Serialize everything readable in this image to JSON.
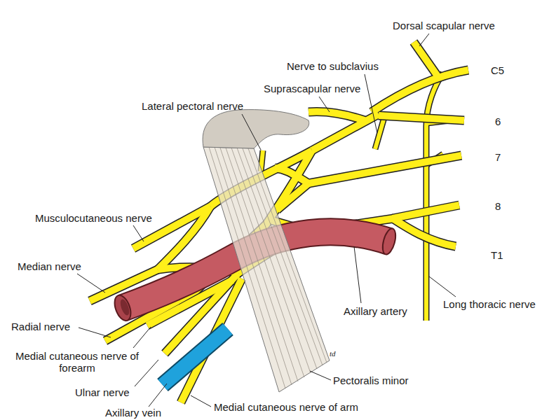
{
  "diagram": {
    "labels": [
      "Dorsal scapular nerve",
      "Nerve to subclavius",
      "C5",
      "Suprascapular nerve",
      "6",
      "Lateral pectoral nerve",
      "7",
      "Musculocutaneous nerve",
      "8",
      "Median nerve",
      "T1",
      "Axillary artery",
      "Long thoracic nerve",
      "Radial nerve",
      "Medial cutaneous nerve of forearm",
      "Pectoralis minor",
      "Ulnar nerve",
      "Medial cutaneous nerve of arm",
      "Axillary vein",
      "td"
    ]
  }
}
